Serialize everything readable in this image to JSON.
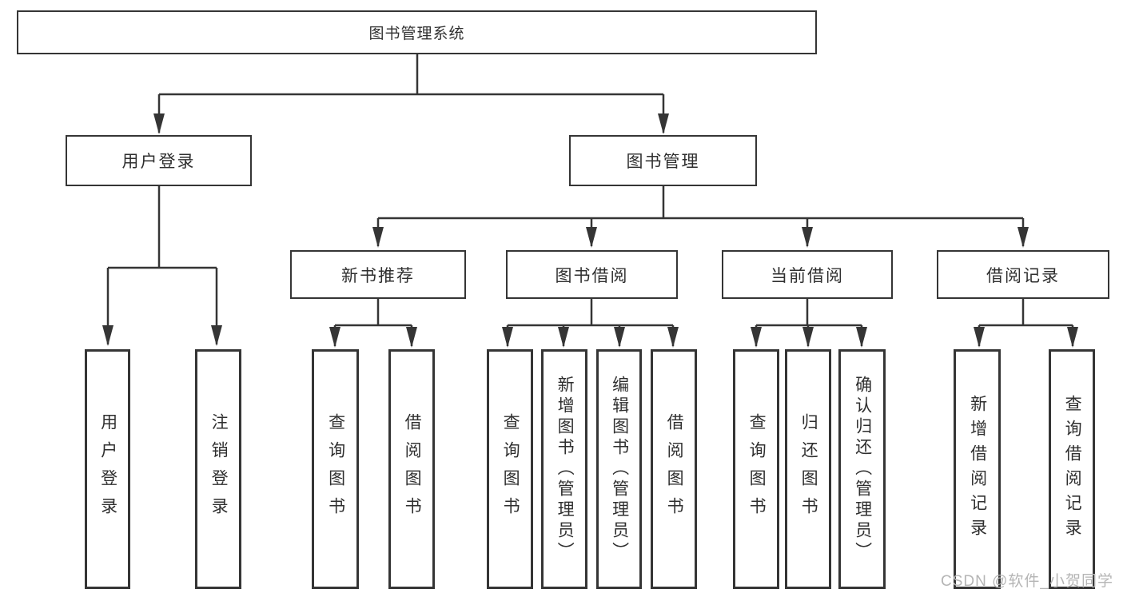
{
  "root": {
    "label": "图书管理系统"
  },
  "level2": [
    {
      "label": "用户登录"
    },
    {
      "label": "图书管理"
    }
  ],
  "level3": [
    {
      "label": "新书推荐"
    },
    {
      "label": "图书借阅"
    },
    {
      "label": "当前借阅"
    },
    {
      "label": "借阅记录"
    }
  ],
  "leaves": [
    {
      "label": "用户登录"
    },
    {
      "label": "注销登录"
    },
    {
      "label": "查询图书"
    },
    {
      "label": "借阅图书"
    },
    {
      "label": "查询图书"
    },
    {
      "label": "新增图书（管理员）"
    },
    {
      "label": "编辑图书（管理员）"
    },
    {
      "label": "借阅图书"
    },
    {
      "label": "查询图书"
    },
    {
      "label": "归还图书"
    },
    {
      "label": "确认归还（管理员）"
    },
    {
      "label": "新增借阅记录"
    },
    {
      "label": "查询借阅记录"
    }
  ],
  "watermark": "CSDN @软件_小贺同学",
  "colors": {
    "line": "#353535",
    "text": "#2f2f2f",
    "background": "#ffffff",
    "watermark": "#b5b5b5"
  }
}
